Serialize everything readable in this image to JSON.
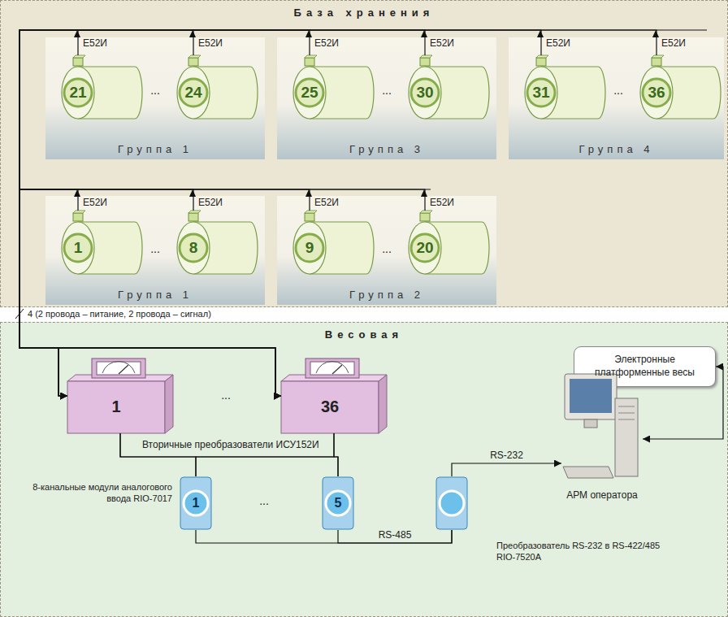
{
  "diagram": {
    "nodes": [
      {
        "text": [
          "База хранения"
        ]
      },
      {
        "text": [
          "Группа 1"
        ],
        "in": 0
      },
      {
        "text": [
          "21"
        ],
        "in": 1
      },
      {
        "text": [
          "24"
        ],
        "in": 1
      },
      {
        "text": [
          "Группа 3"
        ],
        "in": 0
      },
      {
        "text": [
          "25"
        ],
        "in": 4
      },
      {
        "text": [
          "30"
        ],
        "in": 4
      },
      {
        "text": [
          "Группа 4"
        ],
        "in": 0
      },
      {
        "text": [
          "31"
        ],
        "in": 7
      },
      {
        "text": [
          "36"
        ],
        "in": 7
      },
      {
        "text": [
          "Группа 1"
        ],
        "in": 0
      },
      {
        "text": [
          "1"
        ],
        "in": 10
      },
      {
        "text": [
          "8"
        ],
        "in": 10
      },
      {
        "text": [
          "Группа 2"
        ],
        "in": 0
      },
      {
        "text": [
          "9"
        ],
        "in": 13
      },
      {
        "text": [
          "20"
        ],
        "in": 13
      },
      {
        "text": [
          "Весовая"
        ]
      },
      {
        "text": [
          "1"
        ],
        "in": 16
      },
      {
        "text": [
          "36"
        ],
        "in": 16
      },
      {
        "text": [
          "1"
        ],
        "in": 16
      },
      {
        "text": [
          "5"
        ],
        "in": 16
      },
      {
        "text": [
          "Преобразователь RS-232 в RS-422/485 RIO-7520A"
        ],
        "in": 16
      },
      {
        "text": [
          "Электронные платформенные весы"
        ],
        "in": 16
      },
      {
        "text": [
          "АРМ оператора"
        ],
        "in": 16
      }
    ],
    "edges": [
      {
        "from": 2,
        "to": 18,
        "arrow": "to"
      },
      {
        "from": 3,
        "to": 18,
        "arrow": "to"
      },
      {
        "from": 5,
        "to": 18,
        "arrow": "to"
      },
      {
        "from": 6,
        "to": 18,
        "arrow": "to"
      },
      {
        "from": 8,
        "to": 18,
        "arrow": "to"
      },
      {
        "from": 9,
        "to": 18,
        "arrow": "to"
      },
      {
        "from": 11,
        "to": 17,
        "arrow": "to"
      },
      {
        "from": 12,
        "to": 17,
        "arrow": "to"
      },
      {
        "from": 14,
        "to": 17,
        "arrow": "to"
      },
      {
        "from": 15,
        "to": 17,
        "arrow": "to"
      },
      {
        "from": 17,
        "to": 19,
        "arrow": "none"
      },
      {
        "from": 17,
        "to": 20,
        "arrow": "none"
      },
      {
        "from": 18,
        "to": 19,
        "arrow": "none"
      },
      {
        "from": 18,
        "to": 20,
        "arrow": "none"
      },
      {
        "from": 19,
        "to": 21,
        "arrow": "none"
      },
      {
        "from": 20,
        "to": 21,
        "label": "RS-485",
        "arrow": "none"
      },
      {
        "from": 21,
        "to": 23,
        "label": "RS-232",
        "arrow": "to"
      },
      {
        "from": 22,
        "to": 23,
        "arrow": "both"
      }
    ],
    "labels": [
      "Е52И",
      "Е52И",
      "Е52И",
      "Е52И",
      "Е52И",
      "Е52И",
      "Е52И",
      "Е52И",
      "Е52И",
      "Е52И",
      "...",
      "...",
      "...",
      "...",
      "...",
      "4 (2 провода – питание, 2 провода – сигнал)",
      "...",
      "Вторичные преобразователи ИСУ152И",
      "8-канальные модули аналогового ввода RIO-7017",
      "..."
    ]
  }
}
